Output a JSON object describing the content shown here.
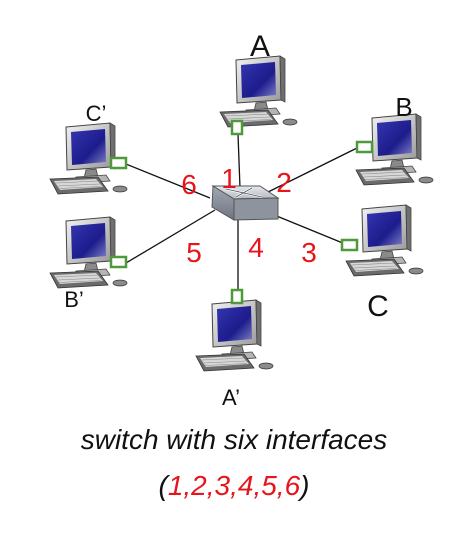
{
  "hosts": {
    "A": "A",
    "B": "B",
    "C": "C",
    "A_prime": "A’",
    "B_prime": "B’",
    "C_prime": "C’"
  },
  "interfaces": {
    "if1": "1",
    "if2": "2",
    "if3": "3",
    "if4": "4",
    "if5": "5",
    "if6": "6"
  },
  "caption": {
    "line1": "switch with six interfaces",
    "open_paren": "(",
    "interface_list": "1,2,3,4,5,6",
    "close_paren": ")"
  },
  "colors": {
    "interface_number": "#e8141b",
    "connector": "#4e9a3a",
    "screen": "#1c1c8c"
  },
  "icons": {
    "host": "desktop-computer-icon",
    "switch": "network-switch-icon"
  }
}
